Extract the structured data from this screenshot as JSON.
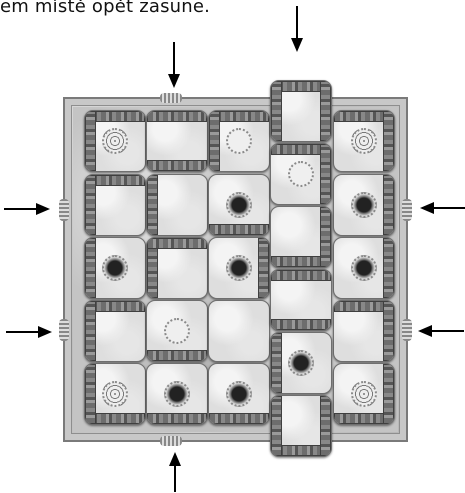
{
  "caption": {
    "text": "em místě opět zasune."
  },
  "board": {
    "name": "labyrinth-board",
    "shift_arrows": [
      {
        "name": "arrow-top-left-column",
        "direction": "down"
      },
      {
        "name": "arrow-top-middle-column",
        "direction": "down"
      },
      {
        "name": "arrow-left-upper-row",
        "direction": "right"
      },
      {
        "name": "arrow-left-lower-row",
        "direction": "right"
      },
      {
        "name": "arrow-right-upper-row",
        "direction": "left"
      },
      {
        "name": "arrow-right-lower-row",
        "direction": "left"
      },
      {
        "name": "arrow-bottom-left-column",
        "direction": "up"
      }
    ],
    "inserted_column": "column-4"
  }
}
